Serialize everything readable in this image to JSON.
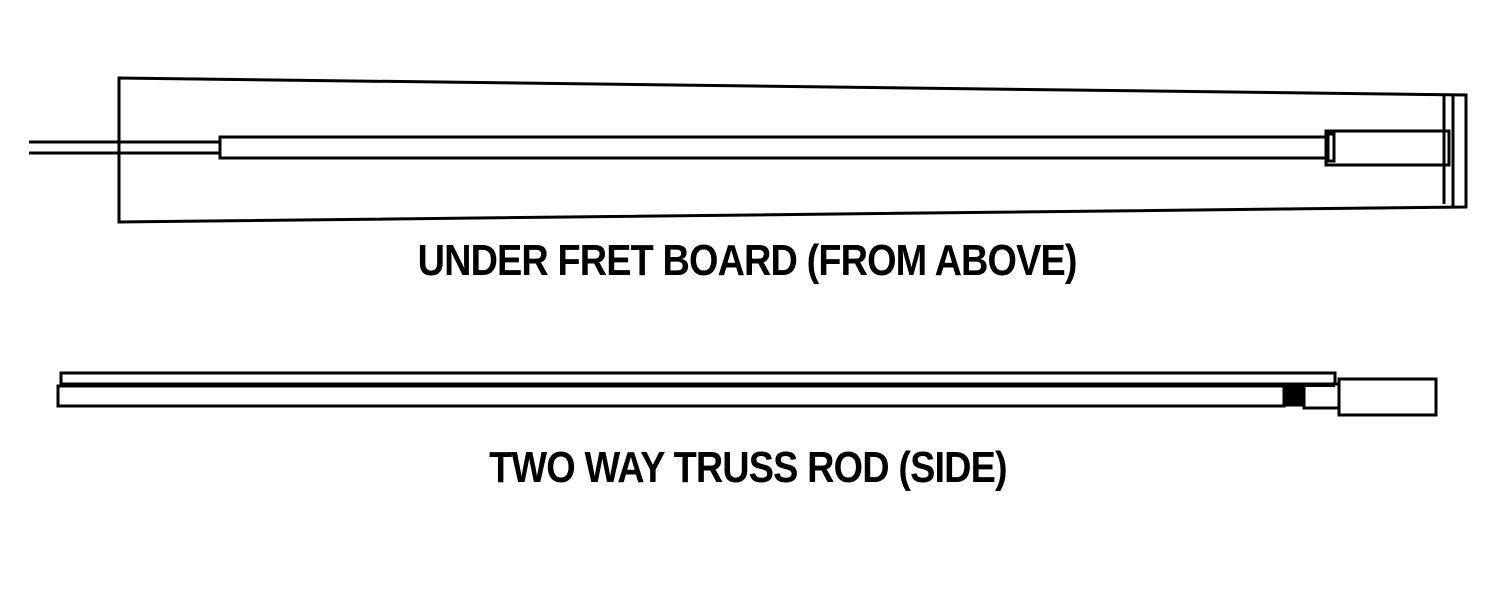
{
  "diagram": {
    "colors": {
      "stroke": "#000000",
      "background": "#ffffff"
    },
    "figures": [
      {
        "id": "top-view",
        "caption": "UNDER FRET BOARD (FROM ABOVE)",
        "components": [
          "fretboard-outline",
          "truss-rod-wires",
          "truss-rod-channel",
          "adjuster-nut",
          "nut-end-plate"
        ]
      },
      {
        "id": "side-view",
        "caption": "TWO WAY TRUSS ROD (SIDE)",
        "components": [
          "upper-rod",
          "lower-rod",
          "anchor-block",
          "collar",
          "adjuster-barrel"
        ]
      }
    ]
  }
}
